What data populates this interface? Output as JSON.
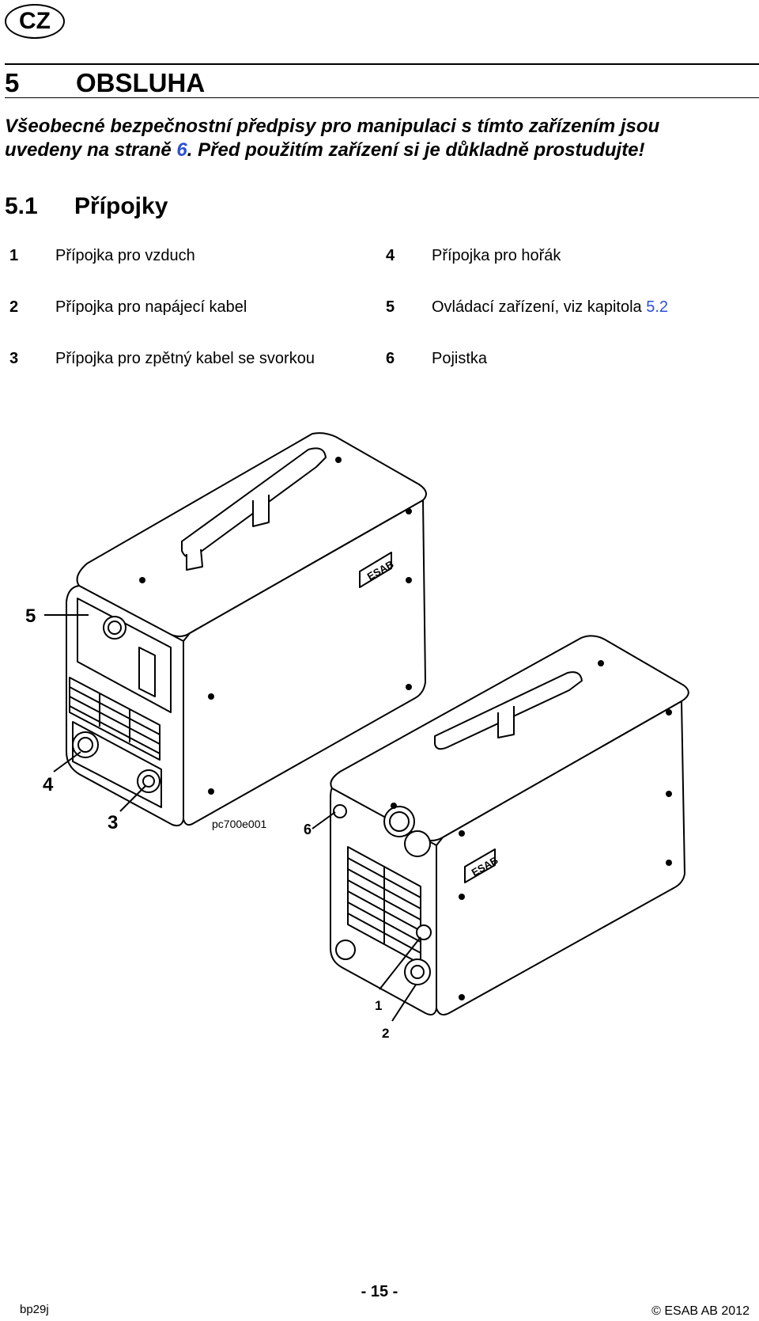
{
  "header": {
    "lang_badge": "CZ"
  },
  "section": {
    "number": "5",
    "title": "OBSLUHA"
  },
  "intro": {
    "part1": "Všeobecné bezpečnostní předpisy pro manipulaci s tímto zařízením jsou uvedeny na straně ",
    "link": "6",
    "part2": ". Před použitím zařízení si je důkladně prostudujte!"
  },
  "subsection": {
    "number": "5.1",
    "title": "Přípojky"
  },
  "connections": [
    {
      "num": "1",
      "text": "Přípojka pro vzduch"
    },
    {
      "num": "4",
      "text": "Přípojka pro hořák"
    },
    {
      "num": "2",
      "text": "Přípojka pro napájecí kabel"
    },
    {
      "num": "5",
      "text": "Ovládací zařízení, viz kapitola ",
      "link": "5.2"
    },
    {
      "num": "3",
      "text": "Přípojka pro zpětný kabel se svorkou"
    },
    {
      "num": "6",
      "text": "Pojistka"
    }
  ],
  "figure": {
    "image_label": "pc700e001",
    "callouts": [
      "5",
      "4",
      "3",
      "6",
      "1",
      "2"
    ],
    "brand": "ESAB"
  },
  "footer": {
    "left": "bp29j",
    "page": "- 15 -",
    "copyright": "© ESAB AB 2012"
  }
}
